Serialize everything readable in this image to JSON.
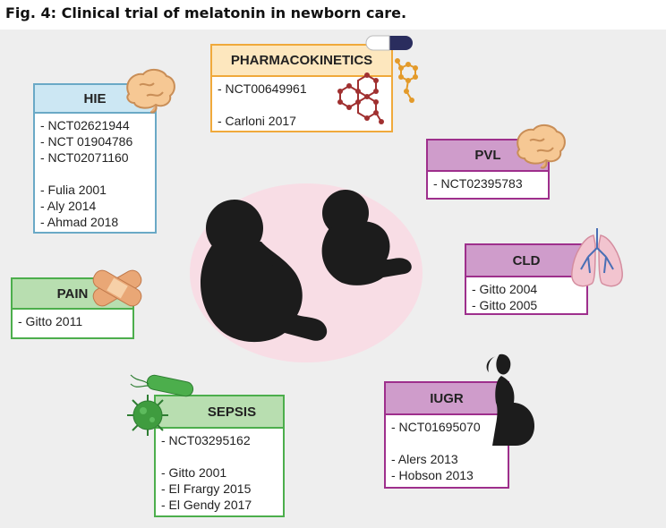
{
  "figure": {
    "title": "Fig. 4: Clinical trial of melatonin in newborn care."
  },
  "boxes": {
    "pharmacokinetics": {
      "title": "PHARMACOKINETICS",
      "items": [
        "- NCT00649961",
        "",
        "- Carloni 2017"
      ]
    },
    "hie": {
      "title": "HIE",
      "items": [
        "- NCT02621944",
        "- NCT 01904786",
        "- NCT02071160",
        "",
        "- Fulia 2001",
        "- Aly 2014",
        "- Ahmad 2018"
      ]
    },
    "pvl": {
      "title": "PVL",
      "items": [
        "- NCT02395783"
      ]
    },
    "cld": {
      "title": "CLD",
      "items": [
        "- Gitto 2004",
        "- Gitto 2005"
      ]
    },
    "pain": {
      "title": "PAIN",
      "items": [
        "- Gitto 2011"
      ]
    },
    "sepsis": {
      "title": "SEPSIS",
      "items": [
        "- NCT03295162",
        "",
        "- Gitto 2001",
        "- El Frargy 2015",
        "- El Gendy 2017"
      ]
    },
    "iugr": {
      "title": "IUGR",
      "items": [
        "- NCT01695070",
        "",
        "- Alers 2013",
        "- Hobson 2013"
      ]
    }
  },
  "colors": {
    "pharmacokinetics": {
      "border": "#f0a93b",
      "header": "#fde7be"
    },
    "hie": {
      "border": "#6aa9c6",
      "header": "#cce7f3"
    },
    "pvl": {
      "border": "#9e2f8c",
      "header": "#cf9ccb"
    },
    "cld": {
      "border": "#9e2f8c",
      "header": "#cf9ccb"
    },
    "pain": {
      "border": "#4cae4c",
      "header": "#b8deb0"
    },
    "sepsis": {
      "border": "#4cae4c",
      "header": "#b8deb0"
    },
    "iugr": {
      "border": "#9e2f8c",
      "header": "#cf9ccb"
    },
    "ellipse": "#f8dde5",
    "silhouette": "#1c1c1c"
  },
  "icons": [
    "pill-icon",
    "molecule-icon",
    "brain-icon",
    "lungs-icon",
    "bandage-icon",
    "virus-icon",
    "bacterium-icon",
    "pregnant-woman-icon",
    "fetus-icon"
  ]
}
